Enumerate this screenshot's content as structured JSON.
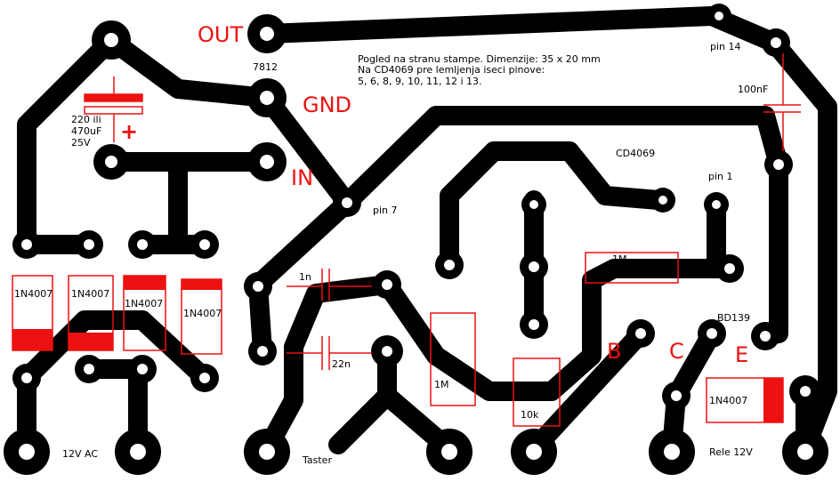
{
  "colors": {
    "copper": "#000000",
    "outline": "#ee1111",
    "background": "#ffffff",
    "text": "#000000"
  },
  "note": {
    "line1": "Pogled na stranu stampe. Dimenzije: 35 x 20 mm",
    "line2": "Na CD4069 pre lemljenja iseci pinove:",
    "line3": "5, 6, 8, 9, 10, 11, 12 i 13."
  },
  "terminals": {
    "out": "OUT",
    "gnd": "GND",
    "in": "IN",
    "b": "B",
    "c": "C",
    "e": "E"
  },
  "labels": {
    "regulator": "7812",
    "cap_value1": "220 ili",
    "cap_value2": "470uF",
    "cap_value3": "25V",
    "cap_plus": "+",
    "ic": "CD4069",
    "pin1": "pin 1",
    "pin7": "pin 7",
    "pin14": "pin 14",
    "cap_100n": "100nF",
    "cap_1n": "1n",
    "cap_22n": "22n",
    "res_1m_top": "1M",
    "res_1m_vert": "1M",
    "res_10k": "10k",
    "transistor": "BD139",
    "ac_input": "12V AC",
    "button": "Taster",
    "relay": "Rele 12V"
  },
  "diodes": [
    "1N4007",
    "1N4007",
    "1N4007",
    "1N4007",
    "1N4007"
  ]
}
